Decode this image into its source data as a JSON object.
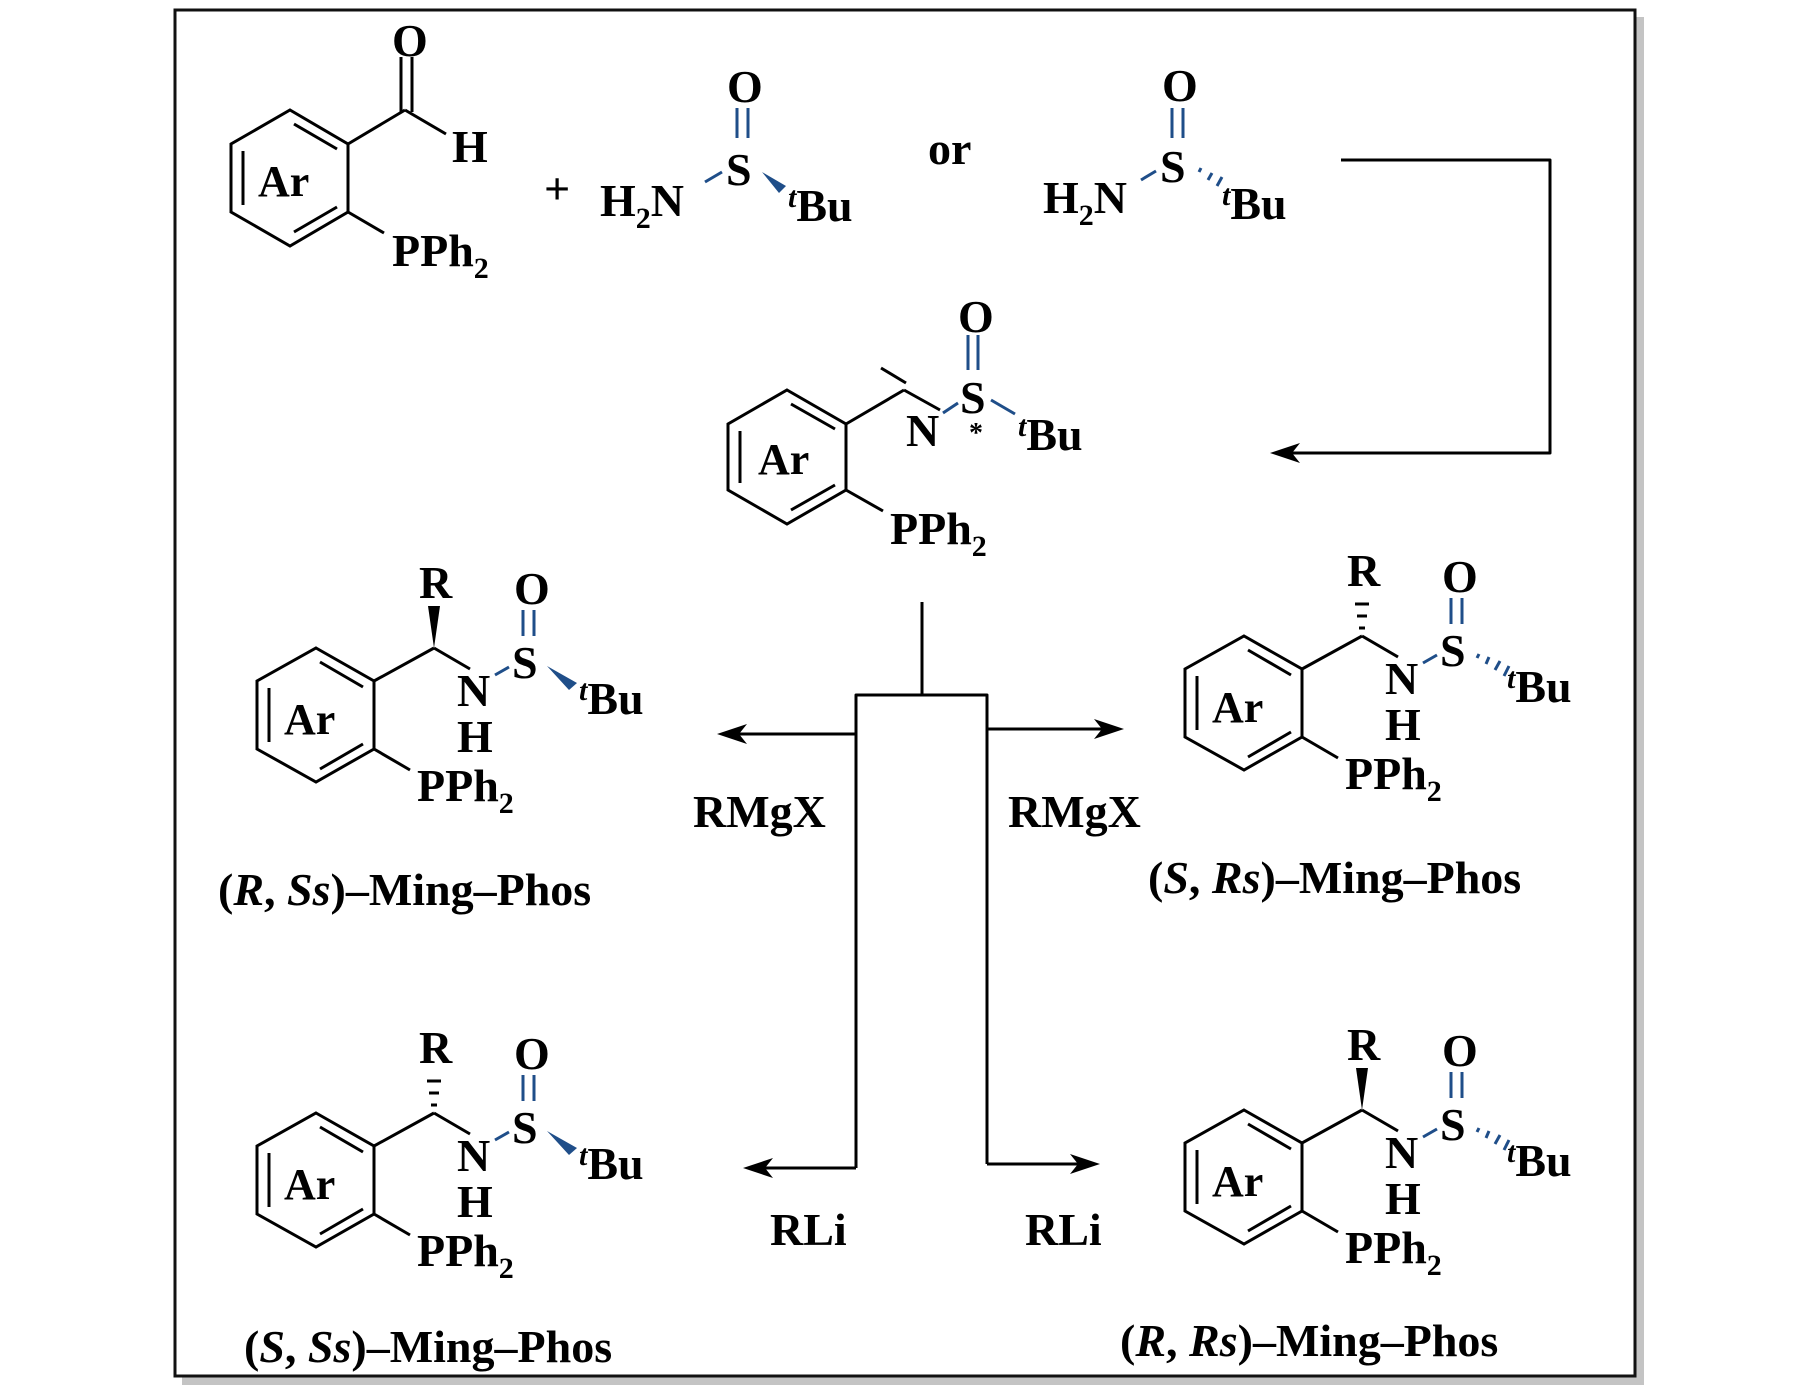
{
  "colors": {
    "ink": "#000000",
    "sulfur_bond": "#1f4e89",
    "frame_shadow": "#c4c4c4"
  },
  "scheme": {
    "operators": {
      "plus": "+",
      "or": "or"
    },
    "starting_aldehyde": {
      "ring_label": "Ar",
      "carbonyl_o": "O",
      "aldehyde_h": "H",
      "phosphine": "PPh",
      "phosphine_sub": "2"
    },
    "sulfinamide_1": {
      "amine": "H",
      "amine_sub": "2",
      "amine_n": "N",
      "sulfur": "S",
      "oxygen": "O",
      "tbu_prefix": "t",
      "tbu": "Bu",
      "stereo_bond": "wedge"
    },
    "sulfinamide_2": {
      "amine": "H",
      "amine_sub": "2",
      "amine_n": "N",
      "sulfur": "S",
      "oxygen": "O",
      "tbu_prefix": "t",
      "tbu": "Bu",
      "stereo_bond": "hash"
    },
    "imine": {
      "ring_label": "Ar",
      "n": "N",
      "sulfur": "S",
      "chiral_mark": "*",
      "oxygen": "O",
      "tbu_prefix": "t",
      "tbu": "Bu",
      "phosphine": "PPh",
      "phosphine_sub": "2"
    },
    "reagents": {
      "grignard_left": "RMgX",
      "grignard_right": "RMgX",
      "lithium_left": "RLi",
      "lithium_right": "RLi"
    },
    "products": [
      {
        "id": "R-Ss",
        "ring_label": "Ar",
        "r": "R",
        "n": "N",
        "h": "H",
        "sulfur": "S",
        "oxygen": "O",
        "tbu_prefix": "t",
        "tbu": "Bu",
        "phosphine": "PPh",
        "phosphine_sub": "2",
        "c_stereo": "wedge",
        "s_stereo": "wedge",
        "name_open": "(",
        "name_c": "R",
        "name_comma": ", ",
        "name_s": "Ss",
        "name_close": ")",
        "name_suffix": "–Ming–Phos"
      },
      {
        "id": "S-Rs",
        "ring_label": "Ar",
        "r": "R",
        "n": "N",
        "h": "H",
        "sulfur": "S",
        "oxygen": "O",
        "tbu_prefix": "t",
        "tbu": "Bu",
        "phosphine": "PPh",
        "phosphine_sub": "2",
        "c_stereo": "hash",
        "s_stereo": "hash",
        "name_open": "(",
        "name_c": "S",
        "name_comma": ", ",
        "name_s": "Rs",
        "name_close": ")",
        "name_suffix": "–Ming–Phos"
      },
      {
        "id": "S-Ss",
        "ring_label": "Ar",
        "r": "R",
        "n": "N",
        "h": "H",
        "sulfur": "S",
        "oxygen": "O",
        "tbu_prefix": "t",
        "tbu": "Bu",
        "phosphine": "PPh",
        "phosphine_sub": "2",
        "c_stereo": "hash",
        "s_stereo": "wedge",
        "name_open": "(",
        "name_c": "S",
        "name_comma": ", ",
        "name_s": "Ss",
        "name_close": ")",
        "name_suffix": "–Ming–Phos"
      },
      {
        "id": "R-Rs",
        "ring_label": "Ar",
        "r": "R",
        "n": "N",
        "h": "H",
        "sulfur": "S",
        "oxygen": "O",
        "tbu_prefix": "t",
        "tbu": "Bu",
        "phosphine": "PPh",
        "phosphine_sub": "2",
        "c_stereo": "wedge",
        "s_stereo": "hash",
        "name_open": "(",
        "name_c": "R",
        "name_comma": ", ",
        "name_s": "Rs",
        "name_close": ")",
        "name_suffix": "–Ming–Phos"
      }
    ]
  }
}
